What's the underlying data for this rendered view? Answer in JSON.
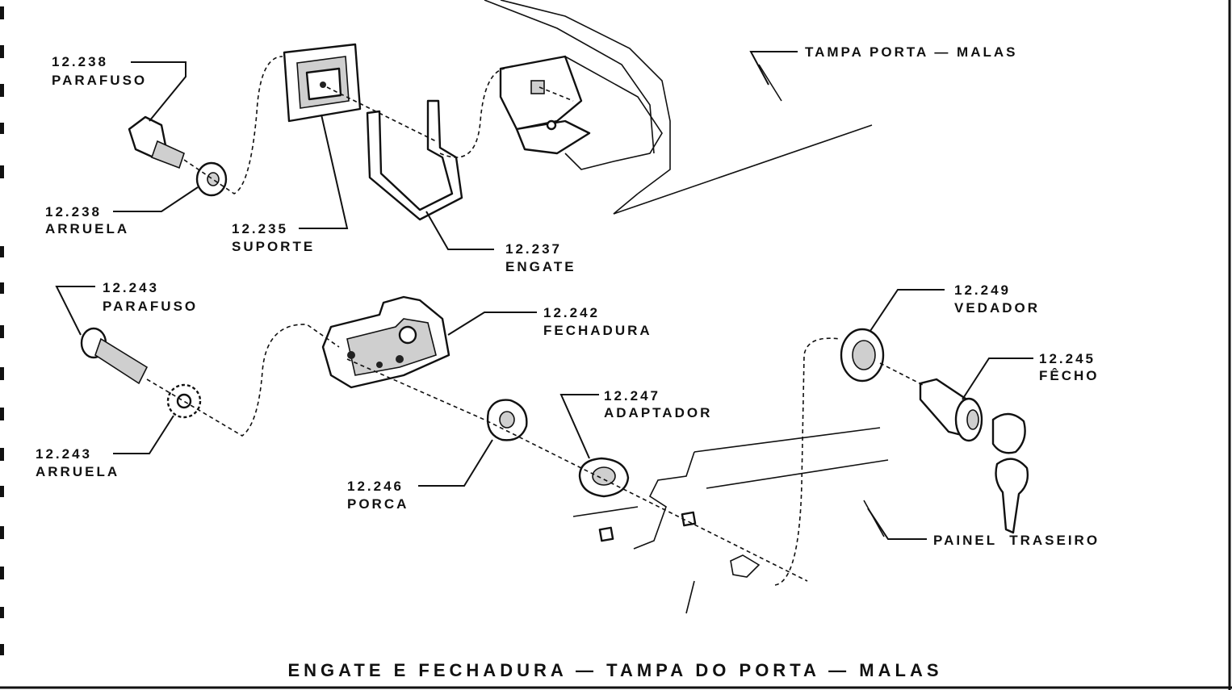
{
  "title": "ENGATE E FECHADURA — TAMPA DO PORTA — MALAS",
  "callouts": [
    {
      "id": "parafuso-12238",
      "code": "12.238",
      "name": "PARAFUSO"
    },
    {
      "id": "arruela-12238",
      "code": "12.238",
      "name": "ARRUELA"
    },
    {
      "id": "suporte-12235",
      "code": "12.235",
      "name": "SUPORTE"
    },
    {
      "id": "engate-12237",
      "code": "12.237",
      "name": "ENGATE"
    },
    {
      "id": "tampa",
      "code": "",
      "name": "TAMPA PORTA — MALAS"
    },
    {
      "id": "parafuso-12243",
      "code": "12.243",
      "name": "PARAFUSO"
    },
    {
      "id": "arruela-12243",
      "code": "12.243",
      "name": "ARRUELA"
    },
    {
      "id": "fechadura-12242",
      "code": "12.242",
      "name": "FECHADURA"
    },
    {
      "id": "porca-12246",
      "code": "12.246",
      "name": "PORCA"
    },
    {
      "id": "adaptador-12247",
      "code": "12.247",
      "name": "ADAPTADOR"
    },
    {
      "id": "vedador-12249",
      "code": "12.249",
      "name": "VEDADOR"
    },
    {
      "id": "fecho-12245",
      "code": "12.245",
      "name": "FÊCHO"
    },
    {
      "id": "painel",
      "code": "",
      "name": "PAINEL  TRASEIRO"
    }
  ]
}
